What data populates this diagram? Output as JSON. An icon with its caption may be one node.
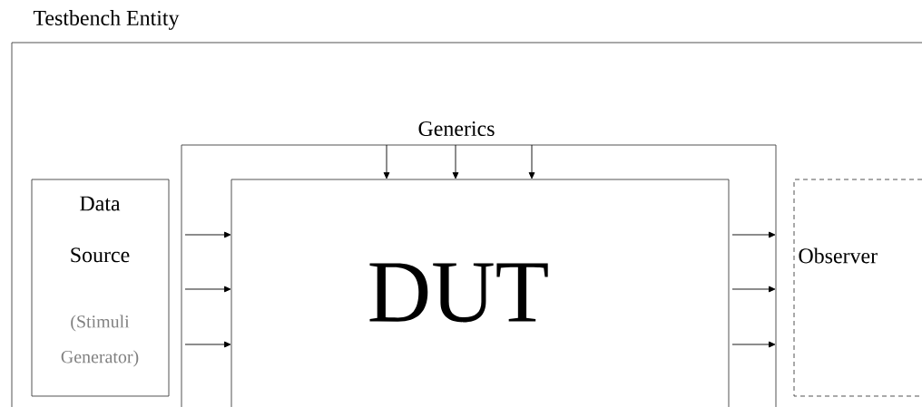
{
  "diagram": {
    "nodes": [
      {
        "text": [
          "Testbench Entity"
        ]
      },
      {
        "text": [
          "Generics"
        ],
        "in": 0
      },
      {
        "text": [
          "DUT"
        ],
        "in": 1
      },
      {
        "text": [
          "Data Source",
          "(Stimuli Generator)"
        ],
        "in": 0
      },
      {
        "text": [
          "Observer"
        ],
        "in": 0
      }
    ],
    "edges": [
      {
        "from": 1,
        "to": 2,
        "arrow": "to"
      },
      {
        "from": 1,
        "to": 2,
        "arrow": "to"
      },
      {
        "from": 1,
        "to": 2,
        "arrow": "to"
      },
      {
        "from": 1,
        "to": 2,
        "arrow": "to"
      },
      {
        "from": 1,
        "to": 2,
        "arrow": "to"
      },
      {
        "from": 1,
        "to": 2,
        "arrow": "to"
      },
      {
        "from": 2,
        "to": 1,
        "arrow": "to"
      },
      {
        "from": 2,
        "to": 1,
        "arrow": "to"
      },
      {
        "from": 2,
        "to": 1,
        "arrow": "to"
      }
    ]
  }
}
